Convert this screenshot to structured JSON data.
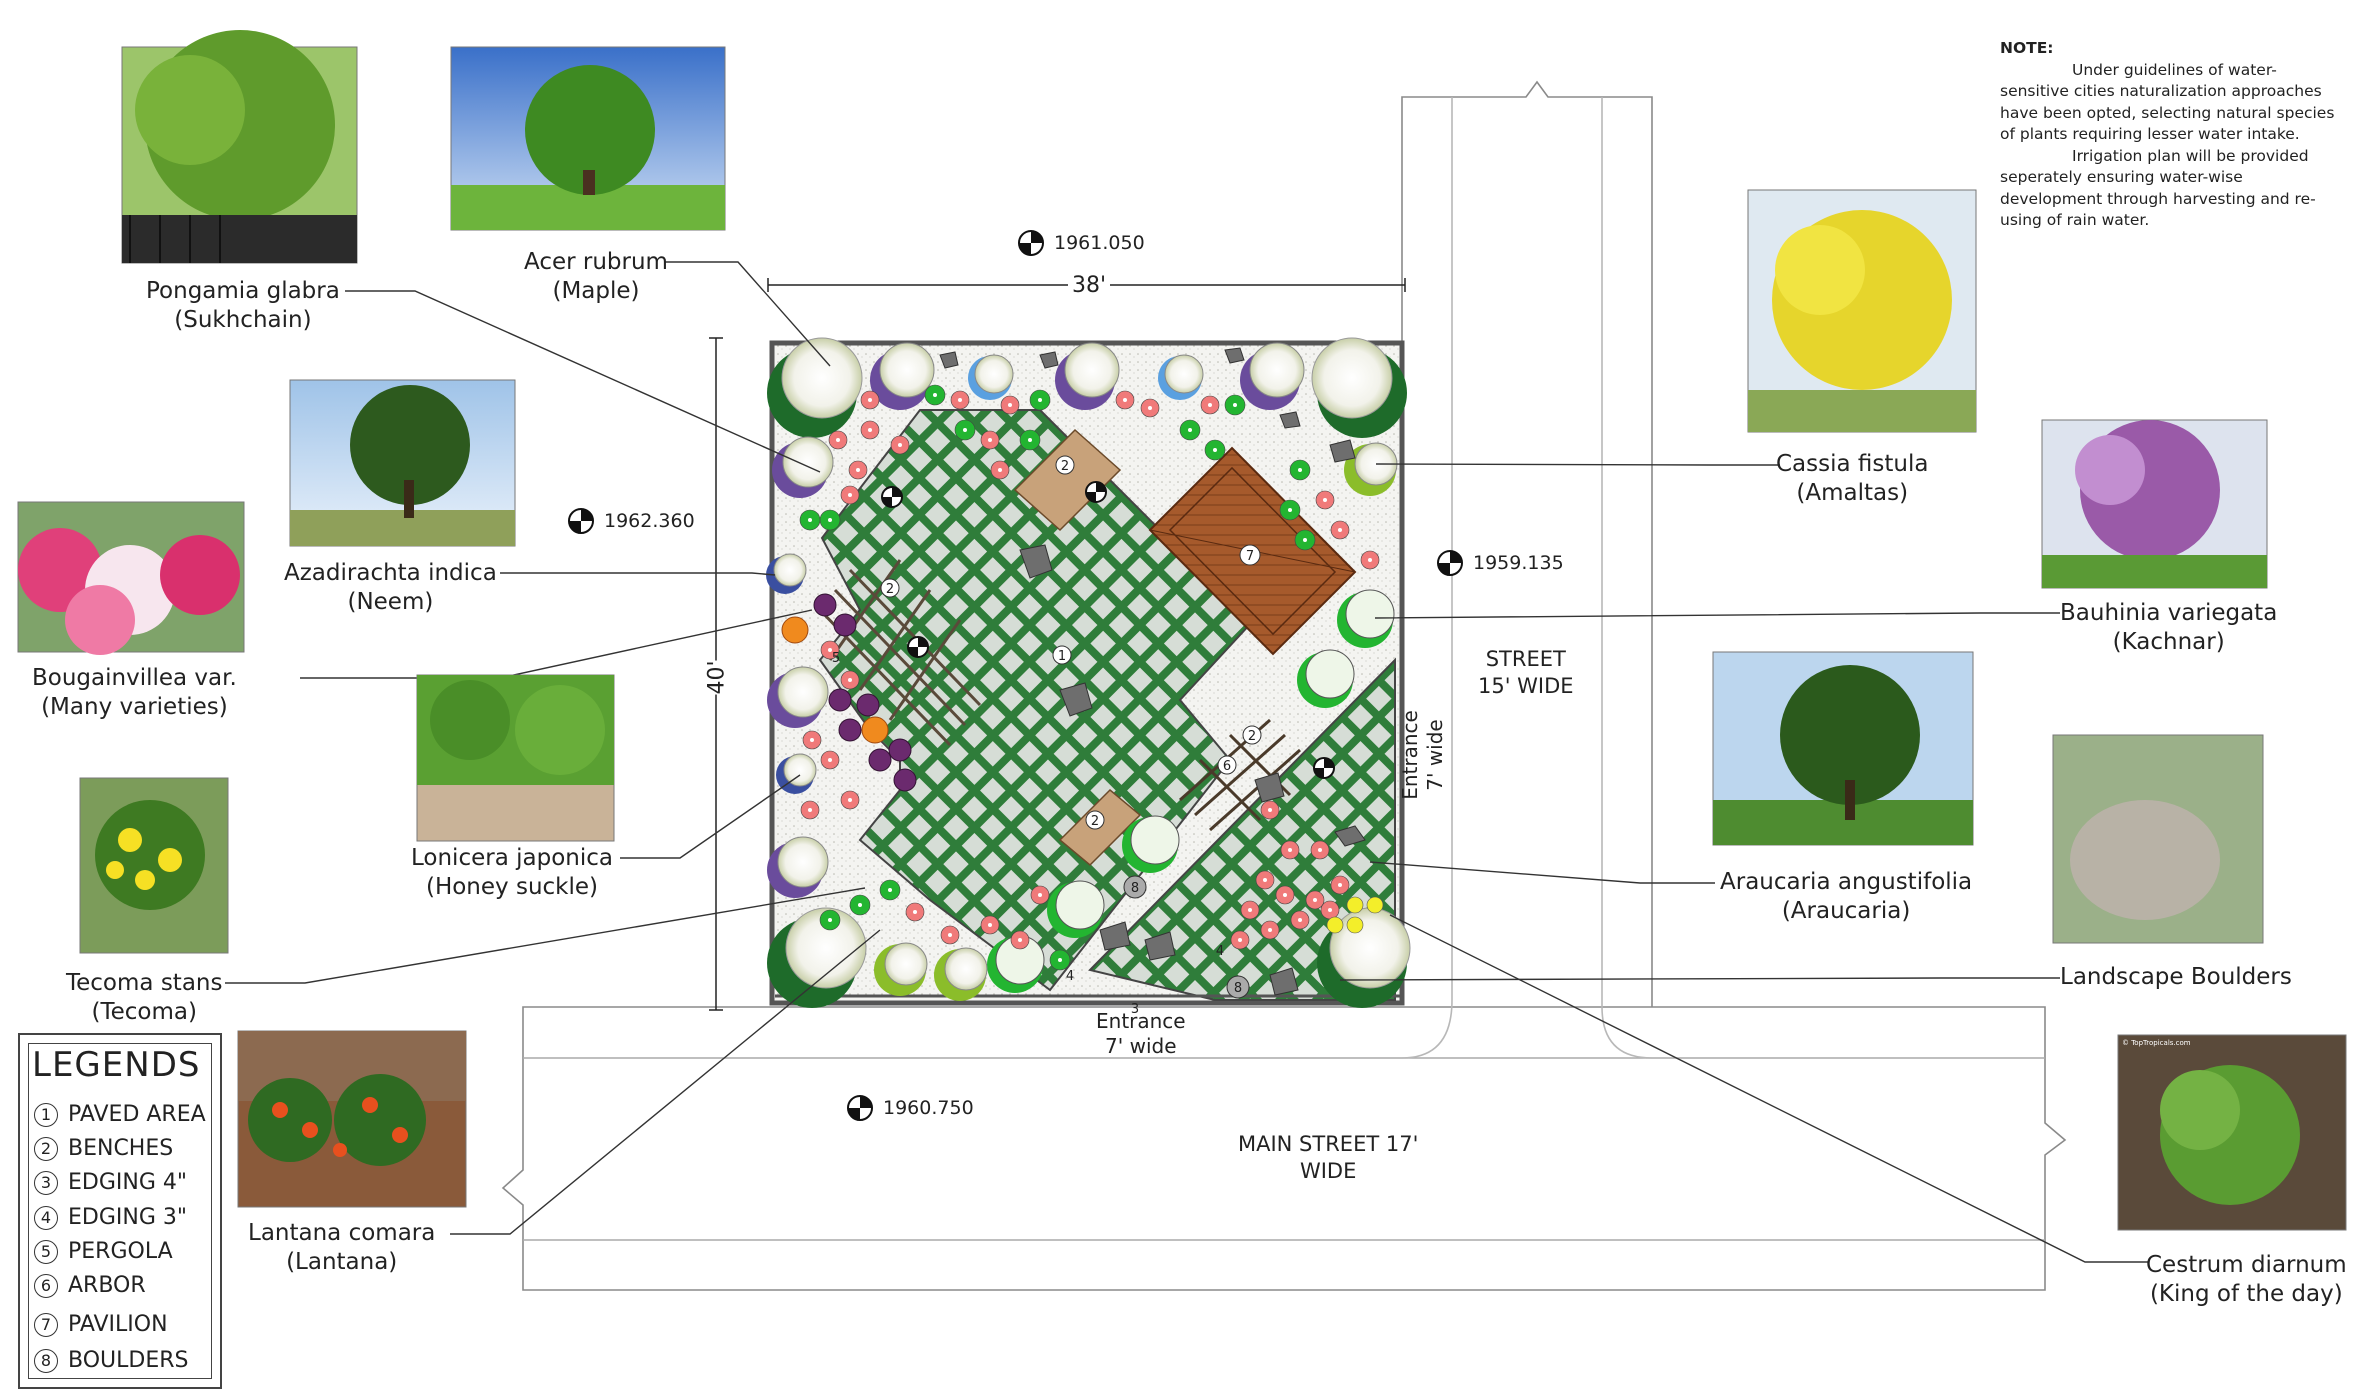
{
  "note": {
    "heading": "NOTE:",
    "paragraph1": "Under guidelines of water-sensitive cities naturalization approaches have been opted, selecting natural species of plants requiring lesser water intake.",
    "paragraph2": "Irrigation plan will be provided seperately ensuring water-wise development through harvesting and re-using of rain water."
  },
  "dimensions": {
    "width": "38'",
    "depth": "40'"
  },
  "elevations": {
    "top": "1961.050",
    "left": "1962.360",
    "right": "1959.135",
    "bottom": "1960.750"
  },
  "streets": {
    "right": "STREET\n15' WIDE",
    "main": "MAIN STREET 17'\nWIDE"
  },
  "entrances": {
    "bottom": "Entrance\n7' wide",
    "right": "Entrance\n7' wide"
  },
  "plants": {
    "pongamia": {
      "name": "Pongamia glabra",
      "common": "(Sukhchain)"
    },
    "acer": {
      "name": "Acer rubrum",
      "common": "(Maple)"
    },
    "azadirachta": {
      "name": "Azadirachta indica",
      "common": "(Neem)"
    },
    "bougainvillea": {
      "name": "Bougainvillea var.",
      "common": "(Many varieties)"
    },
    "lonicera": {
      "name": "Lonicera japonica",
      "common": "(Honey suckle)"
    },
    "tecoma": {
      "name": "Tecoma stans",
      "common": "(Tecoma)"
    },
    "lantana": {
      "name": "Lantana comara",
      "common": "(Lantana)"
    },
    "cassia": {
      "name": "Cassia fistula",
      "common": "(Amaltas)"
    },
    "bauhinia": {
      "name": "Bauhinia variegata",
      "common": "(Kachnar)"
    },
    "araucaria": {
      "name": "Araucaria angustifolia",
      "common": "(Araucaria)"
    },
    "boulders": {
      "name": "Landscape Boulders",
      "common": ""
    },
    "cestrum": {
      "name": "Cestrum diarnum",
      "common": "(King of the day)"
    }
  },
  "legend": {
    "title": "LEGENDS",
    "items": [
      {
        "num": "1",
        "label": "PAVED AREA"
      },
      {
        "num": "2",
        "label": "BENCHES"
      },
      {
        "num": "3",
        "label": "EDGING 4\""
      },
      {
        "num": "4",
        "label": "EDGING 3\""
      },
      {
        "num": "5",
        "label": "PERGOLA"
      },
      {
        "num": "6",
        "label": "ARBOR"
      },
      {
        "num": "7",
        "label": "PAVILION"
      },
      {
        "num": "8",
        "label": "BOULDERS"
      }
    ]
  },
  "plan_markers": [
    "1",
    "2",
    "2",
    "2",
    "2",
    "3",
    "4",
    "4",
    "5",
    "6",
    "7",
    "8",
    "8"
  ],
  "photo_credit": "© TopTropicals.com",
  "colors": {
    "lawn": "#2f7d3a",
    "paving_grid": "#cfd6cf",
    "deck": "#a0522d",
    "flower_red": "#f07a7a",
    "shrub_green": "#23b531",
    "tree_purple": "#6a4c9c",
    "tree_dark": "#1e6b2a"
  }
}
